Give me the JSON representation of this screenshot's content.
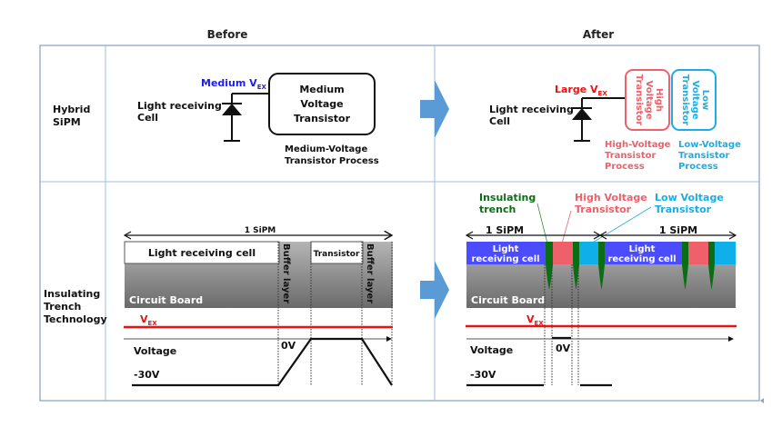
{
  "columns": {
    "before": "Before",
    "after": "After"
  },
  "rows": {
    "hybrid": {
      "line1": "Hybrid",
      "line2": "SiPM"
    },
    "trench": {
      "line1": "Insulating",
      "line2": "Trench",
      "line3": "Technology"
    }
  },
  "hybrid_before": {
    "cell_label_1": "Light receiving",
    "cell_label_2": "Cell",
    "vex_prefix": "Medium V",
    "vex_sub": "EX",
    "transistor_1": "Medium",
    "transistor_2": "Voltage",
    "transistor_3": "Transistor",
    "process_1": "Medium-Voltage",
    "process_2": "Transistor Process",
    "vex_color": "#1a1aff"
  },
  "hybrid_after": {
    "cell_label_1": "Light receiving",
    "cell_label_2": "Cell",
    "vex_prefix": "Large V",
    "vex_sub": "EX",
    "hv_box_1": "High",
    "hv_box_2": "Voltage",
    "hv_box_3": "Transistor",
    "lv_box_1": "Low",
    "lv_box_2": "Voltage",
    "lv_box_3": "Transistor",
    "hv_process": [
      "High-Voltage",
      "Transistor",
      "Process"
    ],
    "lv_process": [
      "Low-Voltage",
      "Transistor",
      "Process"
    ],
    "vex_color": "#ee1111",
    "hv_color": "#f0606a",
    "lv_color": "#19aee8"
  },
  "trench_before": {
    "span_label": "1 SiPM",
    "cell_label": "Light receiving cell",
    "buffer_label": "Buffer layer",
    "transistor_label": "Transistor",
    "board_label": "Circuit Board",
    "vex_prefix": "V",
    "vex_sub": "EX",
    "voltage_label": "Voltage",
    "zero_label": "0V",
    "neg_label": "-30V"
  },
  "trench_after": {
    "callout_trench_1": "Insulating",
    "callout_trench_2": "trench",
    "callout_hv_1": "High Voltage",
    "callout_hv_2": "Transistor",
    "callout_lv_1": "Low Voltage",
    "callout_lv_2": "Transistor",
    "span_label_1": "1 SiPM",
    "span_label_2": "1 SiPM",
    "cell_label_1a": "Light",
    "cell_label_1b": "receiving cell",
    "cell_label_2a": "Light",
    "cell_label_2b": "receiving cell",
    "board_label": "Circuit Board",
    "vex_prefix": "V",
    "vex_sub": "EX",
    "voltage_label": "Voltage",
    "zero_label": "0V",
    "neg_label": "-30V",
    "trench_color": "#0b6e14",
    "cell_color": "#4b4bff"
  }
}
